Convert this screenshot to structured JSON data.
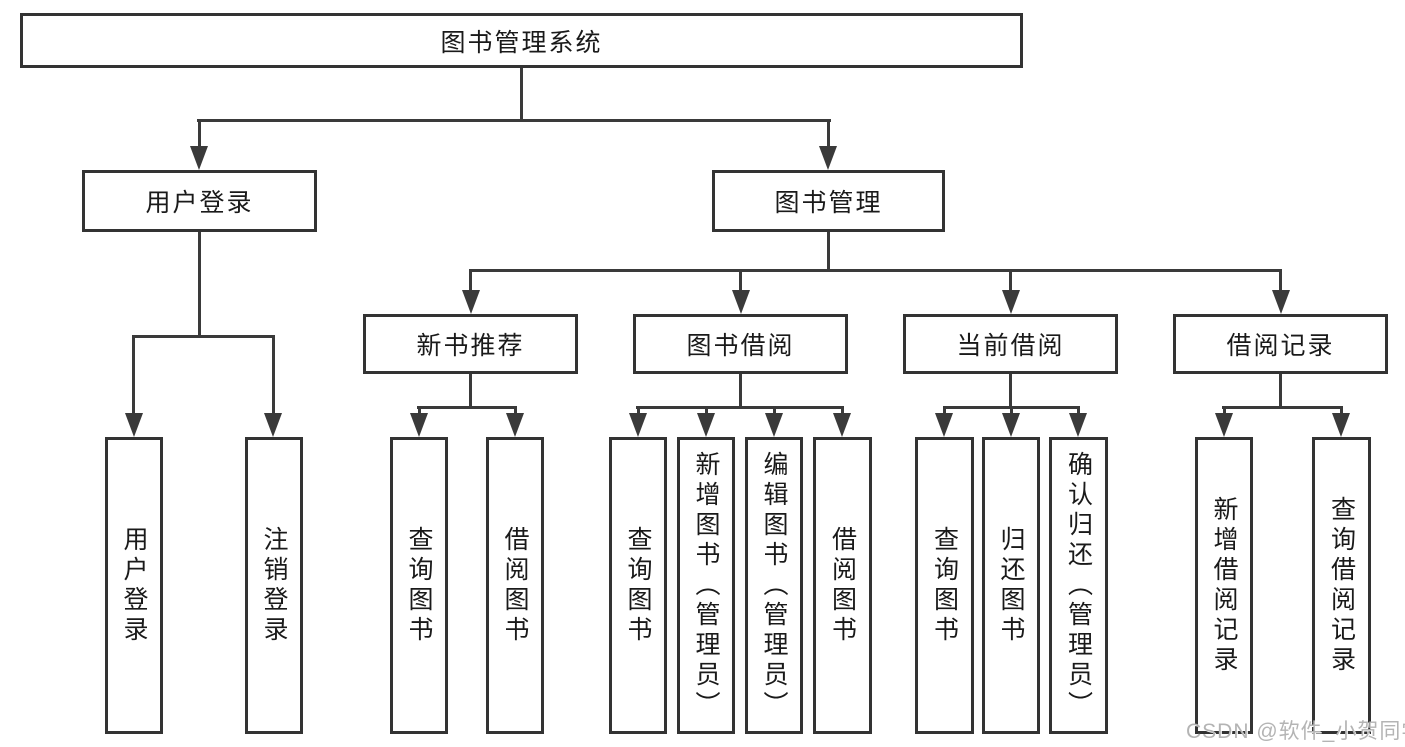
{
  "diagram": {
    "root": {
      "label": "图书管理系统"
    },
    "branches": [
      {
        "label": "用户登录",
        "children": [
          {
            "label": "用户登录"
          },
          {
            "label": "注销登录"
          }
        ]
      },
      {
        "label": "图书管理",
        "children": [
          {
            "label": "新书推荐",
            "children": [
              {
                "label": "查询图书"
              },
              {
                "label": "借阅图书"
              }
            ]
          },
          {
            "label": "图书借阅",
            "children": [
              {
                "label": "查询图书"
              },
              {
                "label": "新增图书（管理员）"
              },
              {
                "label": "编辑图书（管理员）"
              },
              {
                "label": "借阅图书"
              }
            ]
          },
          {
            "label": "当前借阅",
            "children": [
              {
                "label": "查询图书"
              },
              {
                "label": "归还图书"
              },
              {
                "label": "确认归还（管理员）"
              }
            ]
          },
          {
            "label": "借阅记录",
            "children": [
              {
                "label": "新增借阅记录"
              },
              {
                "label": "查询借阅记录"
              }
            ]
          }
        ]
      }
    ]
  },
  "watermark": {
    "text": "CSDN @软件_小贺同学"
  },
  "colors": {
    "line": "#3a3a3a",
    "box_border": "#333333",
    "text": "#1a1a1a",
    "watermark": "#b4b4b4",
    "background": "#ffffff"
  }
}
